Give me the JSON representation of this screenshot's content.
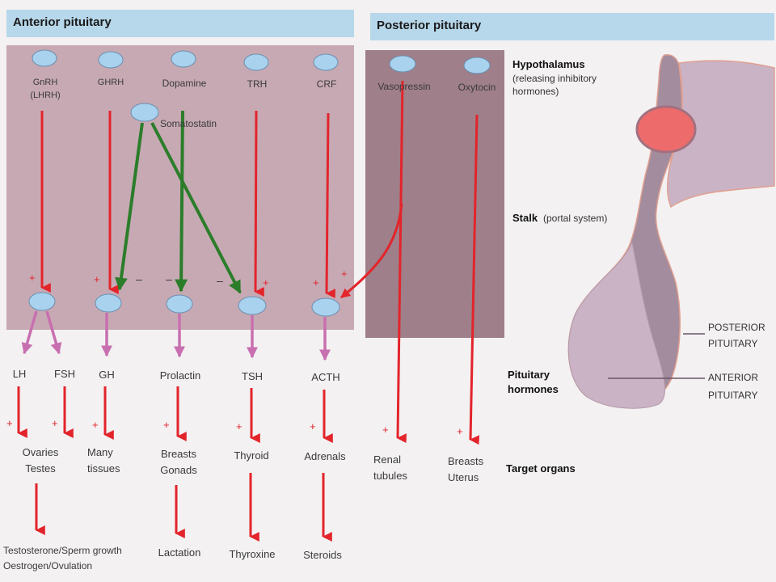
{
  "headers": {
    "anterior": "Anterior pituitary",
    "posterior": "Posterior pituitary"
  },
  "releasing": [
    "GnRH",
    "(LHRH)",
    "GHRH",
    "Dopamine",
    "TRH",
    "CRF",
    "Somatostatin"
  ],
  "posterior_hormones": [
    "Vasopressin",
    "Oxytocin"
  ],
  "side_labels": {
    "hypothalamus_title": "Hypothalamus",
    "hypothalamus_sub1": "(releasing inhibitory",
    "hypothalamus_sub2": "hormones)",
    "stalk_title": "Stalk",
    "stalk_sub": "(portal system)",
    "pituitary_1": "Pituitary",
    "pituitary_2": "hormones",
    "target_organs": "Target organs"
  },
  "gland_labels": {
    "posterior_1": "POSTERIOR",
    "posterior_2": "PITUITARY",
    "anterior_1": "ANTERIOR",
    "anterior_2": "PITUITARY"
  },
  "pituitary_hormones": [
    "LH",
    "FSH",
    "GH",
    "Prolactin",
    "TSH",
    "ACTH"
  ],
  "targets": {
    "ovaries_1": "Ovaries",
    "ovaries_2": "Testes",
    "many_1": "Many",
    "many_2": "tissues",
    "breasts_1": "Breasts",
    "breasts_2": "Gonads",
    "thyroid": "Thyroid",
    "adrenals": "Adrenals",
    "renal_1": "Renal",
    "renal_2": "tubules",
    "uterus_1": "Breasts",
    "uterus_2": "Uterus"
  },
  "effects": {
    "gonad_1": "Testosterone/Sperm growth",
    "gonad_2": "Oestrogen/Ovulation",
    "lactation": "Lactation",
    "thyroxine": "Thyroxine",
    "steroids": "Steroids"
  },
  "signs": {
    "plus": "+",
    "minus": "–"
  },
  "colors": {
    "panel": "#c7a9b3",
    "posterior_panel": "#9f7f89",
    "node": "#a9d2ee",
    "red_arrow": "#e3242b",
    "green_arrow": "#2b7d2a",
    "purple_arrow": "#c86fb0",
    "gland": "#a38c9e",
    "gland_light": "#cbb3c6",
    "red_bulb": "#ee6b6b"
  }
}
